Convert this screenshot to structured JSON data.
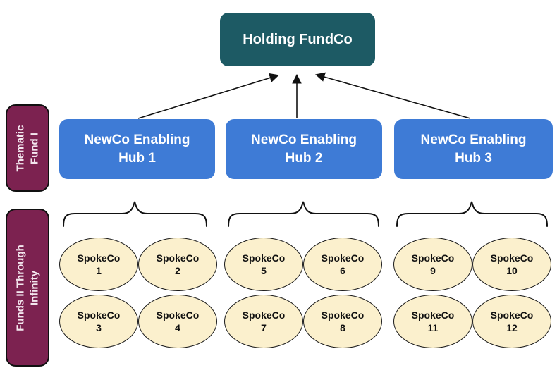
{
  "root": {
    "label": "Holding FundCo"
  },
  "side_labels": [
    {
      "line1": "Thematic",
      "line2": "Fund I"
    },
    {
      "line1": "Funds II Through",
      "line2": "Infinity"
    }
  ],
  "hubs": [
    {
      "line1": "NewCo Enabling",
      "line2": "Hub 1"
    },
    {
      "line1": "NewCo Enabling",
      "line2": "Hub 2"
    },
    {
      "line1": "NewCo Enabling",
      "line2": "Hub 3"
    }
  ],
  "spokes": [
    {
      "label": "SpokeCo",
      "number": "1"
    },
    {
      "label": "SpokeCo",
      "number": "2"
    },
    {
      "label": "SpokeCo",
      "number": "3"
    },
    {
      "label": "SpokeCo",
      "number": "4"
    },
    {
      "label": "SpokeCo",
      "number": "5"
    },
    {
      "label": "SpokeCo",
      "number": "6"
    },
    {
      "label": "SpokeCo",
      "number": "7"
    },
    {
      "label": "SpokeCo",
      "number": "8"
    },
    {
      "label": "SpokeCo",
      "number": "9"
    },
    {
      "label": "SpokeCo",
      "number": "10"
    },
    {
      "label": "SpokeCo",
      "number": "11"
    },
    {
      "label": "SpokeCo",
      "number": "12"
    }
  ],
  "colors": {
    "root_box": "#1d5a64",
    "hub_box": "#3e7bd6",
    "side_label_box": "#7c2250",
    "spoke_ellipse": "#fbf0cd",
    "line": "#111111"
  }
}
